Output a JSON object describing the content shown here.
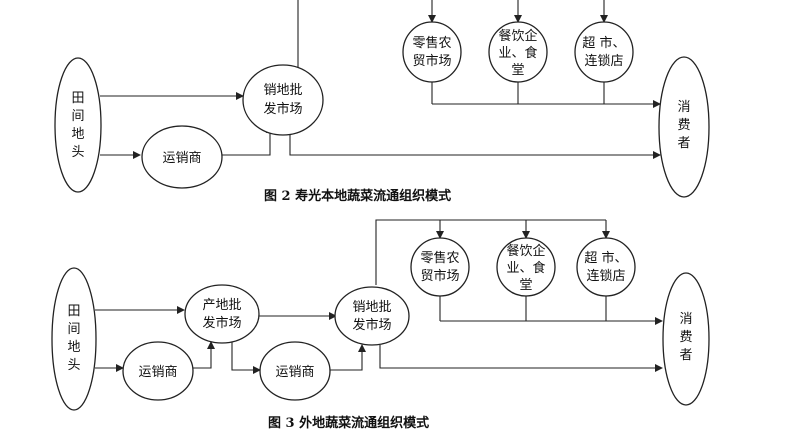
{
  "diagram1": {
    "caption": "图 2    寿光本地蔬菜流通组织模式",
    "nodes": {
      "farm": [
        "田",
        "间",
        "地",
        "头"
      ],
      "transporter": "运销商",
      "wholesale": [
        "销地批",
        "发市场"
      ],
      "market": [
        "零售农",
        "贸市场"
      ],
      "catering": [
        "餐饮企",
        "业、食",
        "堂"
      ],
      "supermarket": [
        "超 市、",
        "连锁店"
      ],
      "consumer": [
        "消",
        "费",
        "者"
      ]
    }
  },
  "diagram2": {
    "caption": "图 3    外地蔬菜流通组织模式",
    "nodes": {
      "farm": [
        "田",
        "间",
        "地",
        "头"
      ],
      "transporter1": "运销商",
      "origin_wholesale": [
        "产地批",
        "发市场"
      ],
      "transporter2": "运销商",
      "wholesale": [
        "销地批",
        "发市场"
      ],
      "market": [
        "零售农",
        "贸市场"
      ],
      "catering": [
        "餐饮企",
        "业、食",
        "堂"
      ],
      "supermarket": [
        "超 市、",
        "连锁店"
      ],
      "consumer": [
        "消",
        "费",
        "者"
      ]
    }
  }
}
